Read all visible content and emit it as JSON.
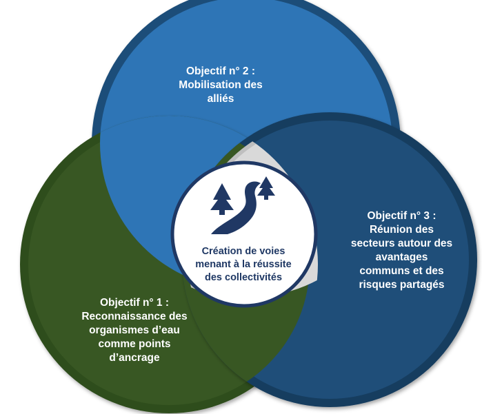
{
  "colors": {
    "objective_1": "#385723",
    "objective_2": "#2e75b6",
    "objective_3": "#1f4e79",
    "center_ring": "#1f3864",
    "intersection": "#d9d9d9"
  },
  "objectives": [
    {
      "lines": [
        "Objectif n° 1 :",
        "Reconnaissance des",
        "organismes d’eau",
        "comme points",
        "d’ancrage"
      ]
    },
    {
      "lines": [
        "Objectif n° 2 :",
        "Mobilisation des",
        "alliés"
      ]
    },
    {
      "lines": [
        "Objectif n° 3 :",
        "Réunion des",
        "secteurs autour des",
        "avantages",
        "communs et des",
        "risques partagés"
      ]
    }
  ],
  "center": {
    "icon": "road-with-trees-icon",
    "lines": [
      "Création de voies",
      "menant à la réussite",
      "des collectivités"
    ]
  }
}
